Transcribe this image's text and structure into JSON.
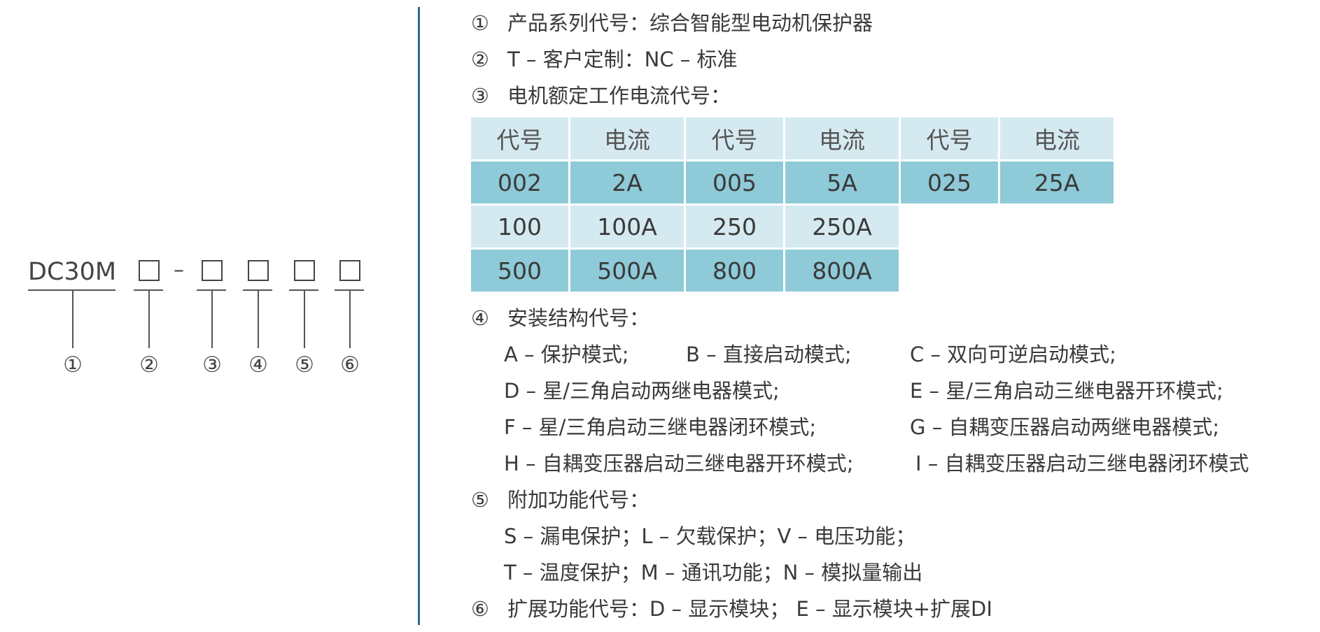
{
  "model": {
    "prefix": "DC30M",
    "separator": "–",
    "placeholder_box": "□",
    "callouts": [
      "①",
      "②",
      "③",
      "④",
      "⑤",
      "⑥"
    ]
  },
  "items": {
    "series": {
      "num": "①",
      "text": "产品系列代号：综合智能型电动机保护器"
    },
    "custom": {
      "num": "②",
      "text": "T – 客户定制：NC – 标准"
    },
    "current": {
      "num": "③",
      "text": "电机额定工作电流代号：",
      "table": {
        "headers": [
          "代号",
          "电流",
          "代号",
          "电流",
          "代号",
          "电流"
        ],
        "rows": [
          [
            "002",
            "2A",
            "005",
            "5A",
            "025",
            "25A"
          ],
          [
            "100",
            "100A",
            "250",
            "250A"
          ],
          [
            "500",
            "500A",
            "800",
            "800A"
          ]
        ]
      }
    },
    "mount": {
      "num": "④",
      "text": "安装结构代号：",
      "lines": [
        [
          "A – 保护模式;",
          "B – 直接启动模式;",
          "C – 双向可逆启动模式;"
        ],
        [
          "D – 星/三角启动两继电器模式;",
          "E – 星/三角启动三继电器开环模式;"
        ],
        [
          "F – 星/三角启动三继电器闭环模式;",
          "G – 自耦变压器启动两继电器模式;"
        ],
        [
          "H – 自耦变压器启动三继电器开环模式;",
          "I – 自耦变压器启动三继电器闭环模式"
        ]
      ]
    },
    "addon": {
      "num": "⑤",
      "text": "附加功能代号：",
      "lines": [
        "S – 漏电保护；L – 欠载保护；V – 电压功能；",
        "T – 温度保护；M – 通讯功能；N – 模拟量输出"
      ]
    },
    "extend": {
      "num": "⑥",
      "text": "扩展功能代号：D – 显示模块； E – 显示模块+扩展DI"
    }
  },
  "colors": {
    "divider": "#2e6b86",
    "table_light": "#d5eaf0",
    "table_dark": "#8ecad7",
    "text": "#3a3a3a"
  }
}
